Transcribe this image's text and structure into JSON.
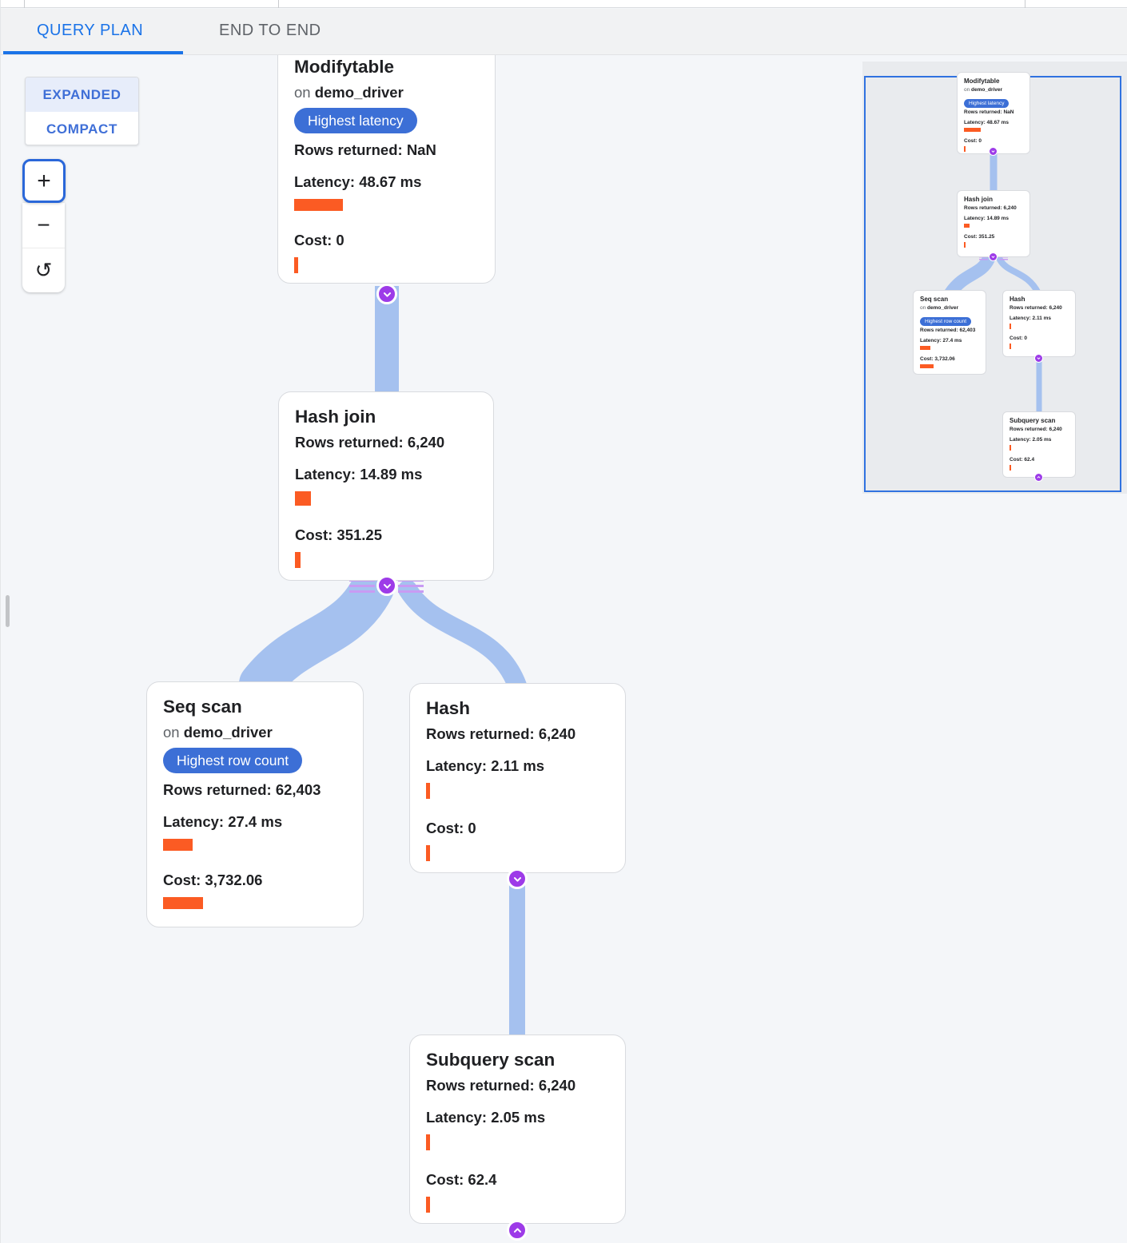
{
  "header": {
    "tab_query_plan": "QUERY PLAN",
    "tab_end_to_end": "END TO END",
    "active_tab": "QUERY PLAN"
  },
  "controls": {
    "expanded_label": "EXPANDED",
    "compact_label": "COMPACT",
    "selected_layout": "EXPANDED",
    "zoom_in_icon": "+",
    "zoom_out_icon": "−",
    "reset_icon": "↺"
  },
  "plan": {
    "nodes": [
      {
        "id": "modifytable",
        "title": "Modifytable",
        "on_label": "on",
        "table": "demo_driver",
        "badge": "Highest latency",
        "rows": "Rows returned: NaN",
        "latency": "Latency: 48.67 ms",
        "cost": "Cost: 0",
        "latency_bar": 61,
        "cost_bar": 5,
        "expand_chevron": "down"
      },
      {
        "id": "hash-join",
        "title": "Hash join",
        "rows": "Rows returned: 6,240",
        "latency": "Latency: 14.89 ms",
        "cost": "Cost: 351.25",
        "latency_bar": 20,
        "cost_bar": 7,
        "expand_chevron": "down"
      },
      {
        "id": "seq-scan",
        "title": "Seq scan",
        "on_label": "on",
        "table": "demo_driver",
        "badge": "Highest row count",
        "rows": "Rows returned: 62,403",
        "latency": "Latency: 27.4 ms",
        "cost": "Cost: 3,732.06",
        "latency_bar": 37,
        "cost_bar": 50,
        "expand_chevron": null
      },
      {
        "id": "hash",
        "title": "Hash",
        "rows": "Rows returned: 6,240",
        "latency": "Latency: 2.11 ms",
        "cost": "Cost: 0",
        "latency_bar": 5,
        "cost_bar": 5,
        "expand_chevron": "down"
      },
      {
        "id": "subquery-scan",
        "title": "Subquery scan",
        "rows": "Rows returned: 6,240",
        "latency": "Latency: 2.05 ms",
        "cost": "Cost: 62.4",
        "latency_bar": 5,
        "cost_bar": 5,
        "expand_chevron": "up"
      }
    ]
  },
  "colors": {
    "tab_active_blue": "#1a73e8",
    "badge_blue": "#3c6fd6",
    "edge_blue": "#a5c1ef",
    "marker_purple": "#9d3be8",
    "bar_orange": "#fb5b23",
    "minimap_viewport_border": "#3072e0",
    "canvas_bg": "#f4f6f9",
    "minimap_bg": "#e9ebee"
  }
}
